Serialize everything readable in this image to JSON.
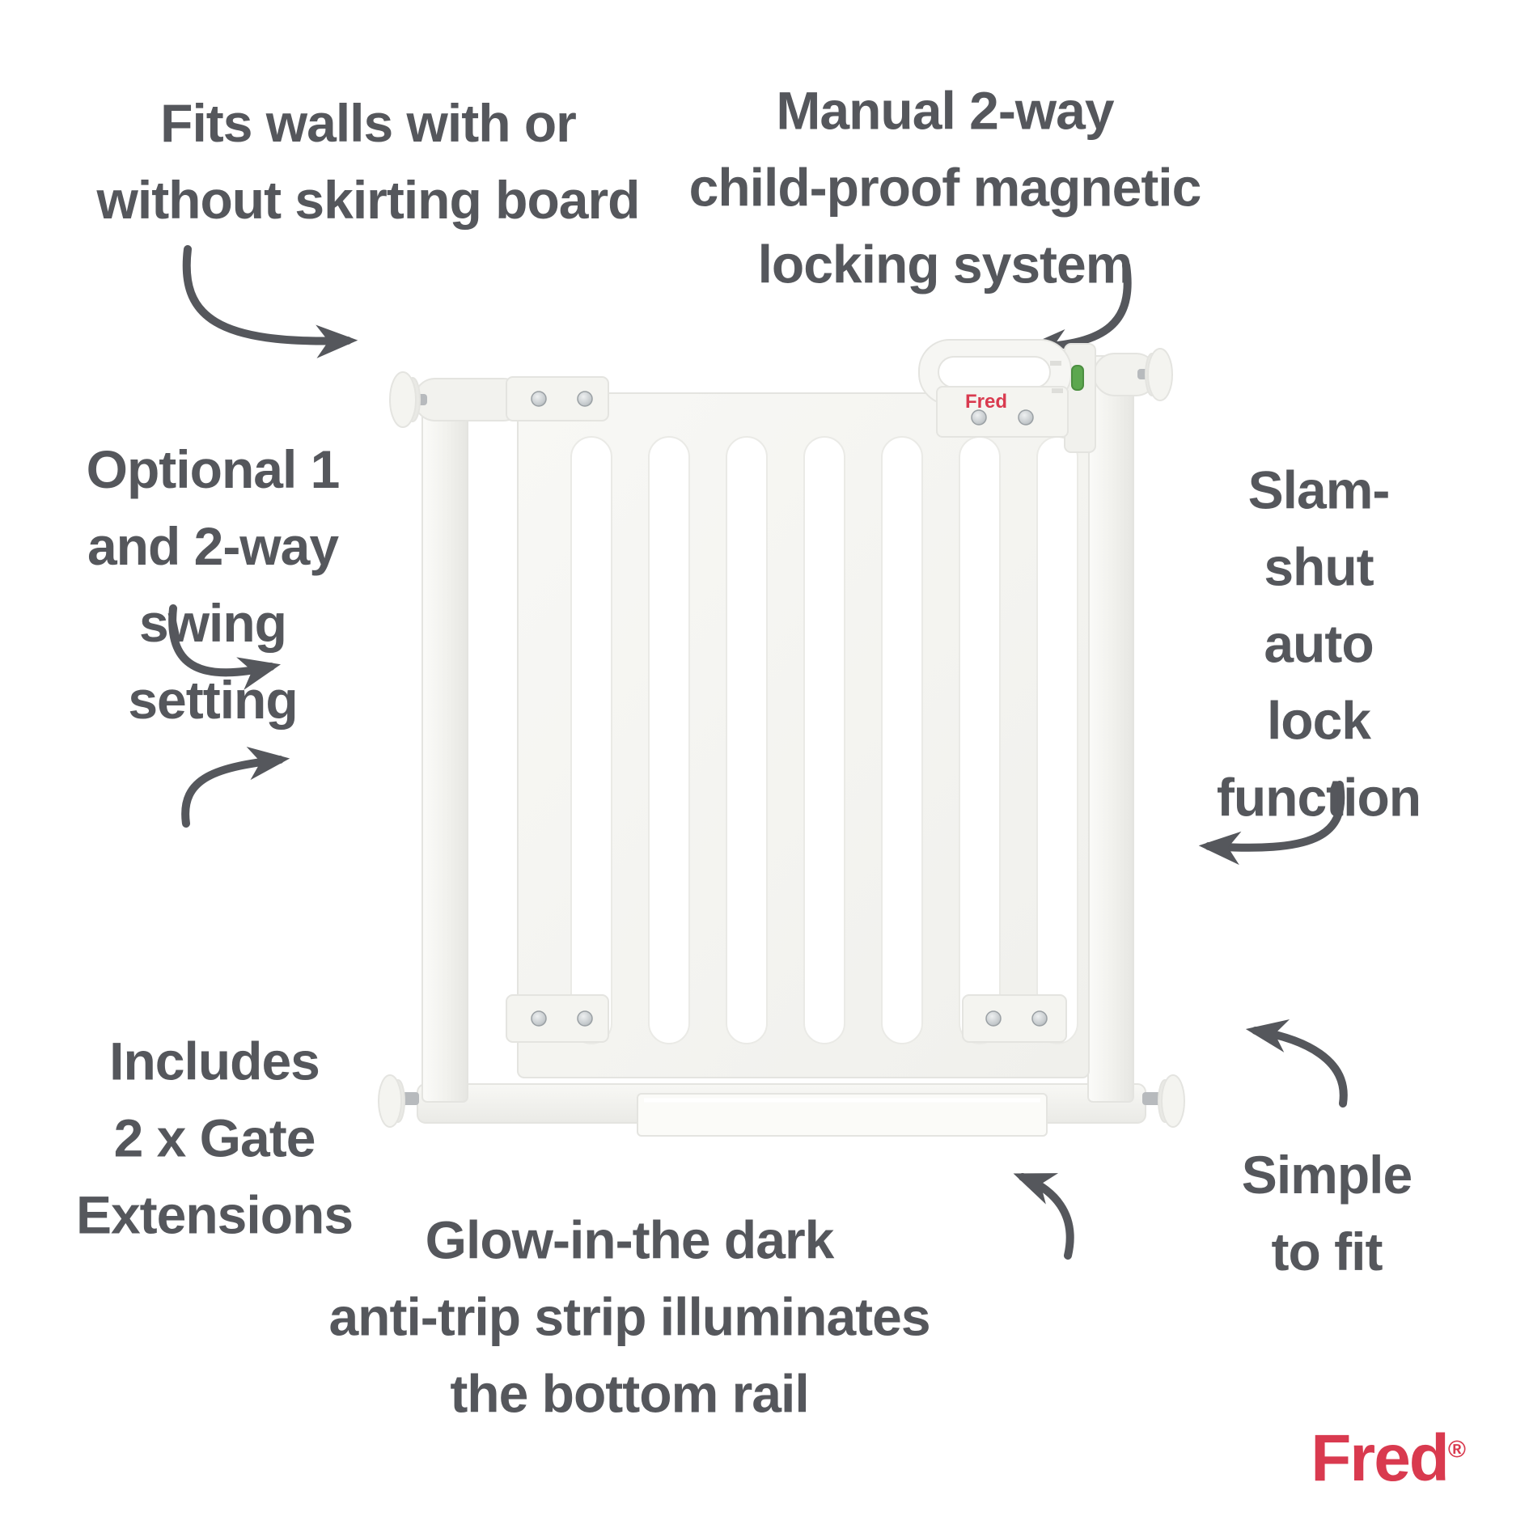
{
  "product": {
    "item": "baby safety gate",
    "gate_brand_label": "Fred"
  },
  "features": {
    "fits_walls": "Fits walls with or\nwithout skirting board",
    "manual_lock": "Manual 2-way\nchild-proof magnetic\nlocking system",
    "optional_swing": "Optional 1\nand 2-way\nswing\nsetting",
    "slam_shut": "Slam-shut\nauto lock\nfunction",
    "includes_extensions": "Includes\n2 x Gate\nExtensions",
    "glow_strip": "Glow-in-the dark\nanti-trip strip illuminates\nthe bottom rail",
    "simple_fit": "Simple\nto fit"
  },
  "brand": {
    "name": "Fred",
    "registered_mark": "®"
  },
  "colors": {
    "text_gray": "#55575c",
    "brand_red": "#d93a4f",
    "gate_white": "#f5f5f1",
    "gate_edge": "#e4e4e0",
    "indicator_green": "#5ca74f",
    "background": "#ffffff"
  }
}
